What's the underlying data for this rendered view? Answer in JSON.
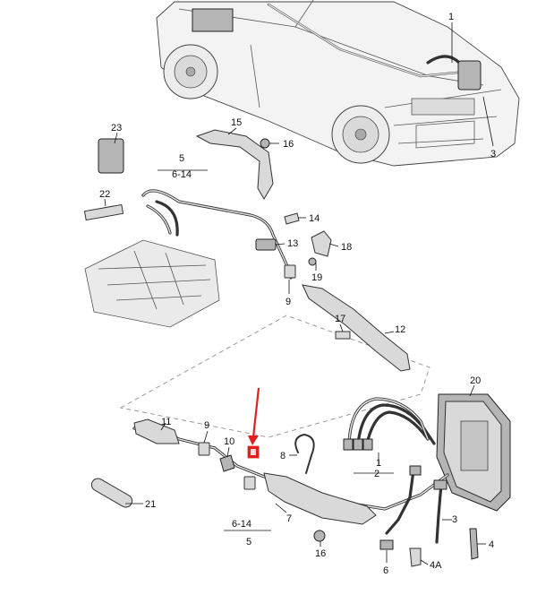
{
  "callouts": {
    "c1": "1",
    "c3": "3",
    "c23": "23",
    "c15": "15",
    "c16a": "16",
    "c5top": "5",
    "c614top": "6-14",
    "c22": "22",
    "c14": "14",
    "c13": "13",
    "c18": "18",
    "c19": "19",
    "c9top": "9",
    "c17": "17",
    "c12": "12",
    "c20": "20",
    "c11": "11",
    "c9b": "9",
    "c10": "10",
    "c8": "8",
    "c1b": "1",
    "c2": "2",
    "c3b": "3",
    "c4": "4",
    "c4a": "4A",
    "c6": "6",
    "c16b": "16",
    "c7": "7",
    "c614b": "6-14",
    "c5b": "5",
    "c21": "21"
  },
  "marker": {
    "highlight_color": "#e02020",
    "arrow_color": "#e02020"
  }
}
